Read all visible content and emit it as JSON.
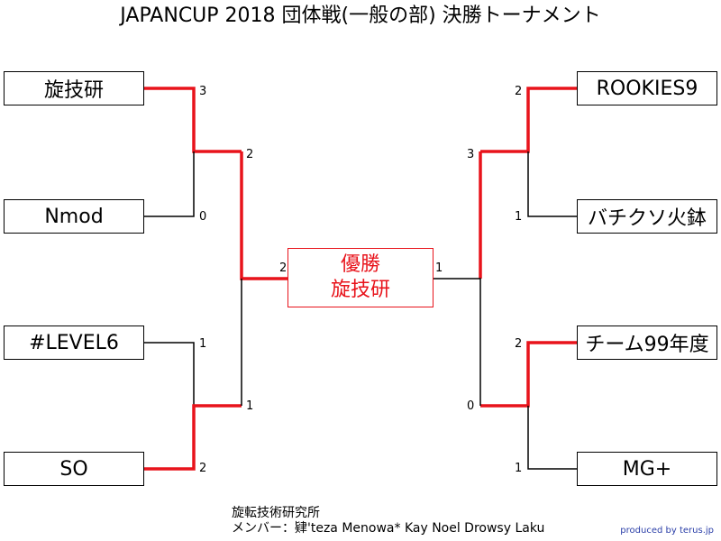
{
  "title": "JAPANCUP 2018 団体戦(一般の部) 決勝トーナメント",
  "teams": {
    "left1": "旋技研",
    "left2": "Nmod",
    "left3": "#LEVEL6",
    "left4": "SO",
    "right1": "ROOKIES9",
    "right2": "バチクソ火鉢",
    "right3": "チーム99年度",
    "right4": "MG+"
  },
  "scores": {
    "r1": {
      "left1": "3",
      "left2": "0",
      "left3": "1",
      "left4": "2",
      "right1": "2",
      "right2": "1",
      "right3": "2",
      "right4": "1"
    },
    "semi": {
      "left_top": "2",
      "left_bottom": "1",
      "right_top": "3",
      "right_bottom": "0"
    },
    "final": {
      "left": "2",
      "right": "1"
    }
  },
  "champion": {
    "label": "優勝",
    "team": "旋技研"
  },
  "footer": {
    "line1": "旋転技術研究所",
    "line2": "メンバー：肄'teza Menowa* Kay Noel Drowsy Laku"
  },
  "credit": "produced by terus.jp",
  "colors": {
    "win": "#e8131b",
    "lose": "#000000",
    "credit": "#2b3fa8"
  }
}
